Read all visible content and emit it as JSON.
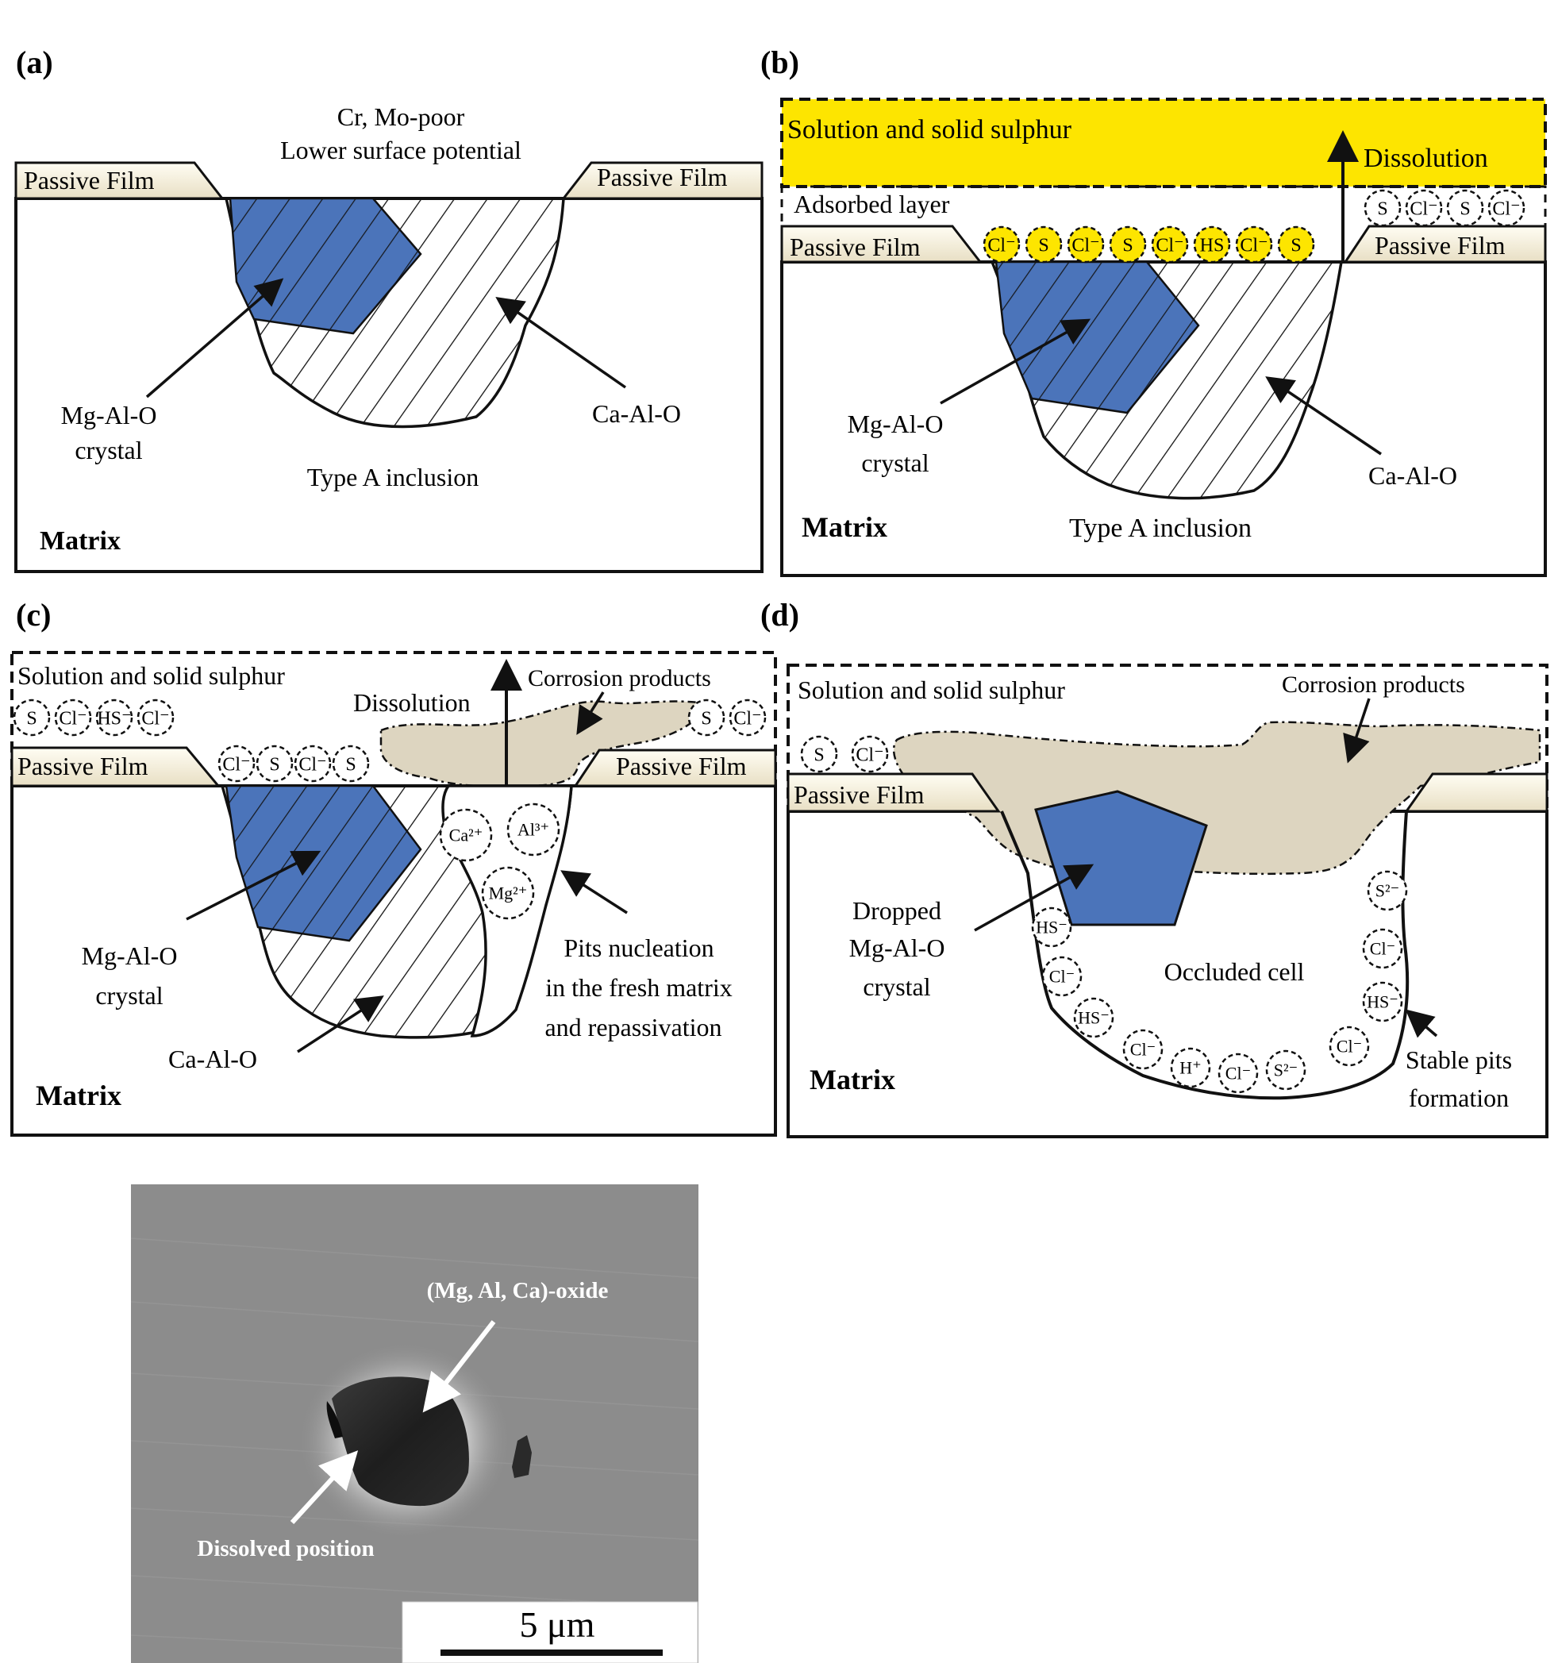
{
  "panels": {
    "a": {
      "tag": "(a)",
      "top_note_1": "Cr, Mo-poor",
      "top_note_2": "Lower surface potential",
      "passive_film_left": "Passive Film",
      "passive_film_right": "Passive Film",
      "mgalo_1": "Mg-Al-O",
      "mgalo_2": "crystal",
      "caalo": "Ca-Al-O",
      "inclusion": "Type A inclusion",
      "matrix": "Matrix"
    },
    "b": {
      "tag": "(b)",
      "solution": "Solution and solid sulphur",
      "dissolution": "Dissolution",
      "adsorbed": "Adsorbed layer",
      "passive_film_left": "Passive Film",
      "passive_film_right": "Passive Film",
      "mgalo_1": "Mg-Al-O",
      "mgalo_2": "crystal",
      "caalo": "Ca-Al-O",
      "inclusion": "Type A inclusion",
      "matrix": "Matrix",
      "adsorbed_ions": [
        "Cl⁻",
        "S",
        "Cl⁻",
        "S",
        "Cl⁻",
        "HS",
        "Cl⁻",
        "S"
      ],
      "solution_ions": [
        "S",
        "Cl⁻",
        "S",
        "Cl⁻"
      ]
    },
    "c": {
      "tag": "(c)",
      "solution": "Solution and solid sulphur",
      "dissolution": "Dissolution",
      "corrosion": "Corrosion products",
      "passive_film_left": "Passive Film",
      "passive_film_right": "Passive Film",
      "mgalo_1": "Mg-Al-O",
      "mgalo_2": "crystal",
      "caalo": "Ca-Al-O",
      "pits_1": "Pits nucleation",
      "pits_2": "in the fresh matrix",
      "pits_3": "and repassivation",
      "matrix": "Matrix",
      "solution_ions_left": [
        "S",
        "Cl⁻",
        "HS⁻",
        "Cl⁻"
      ],
      "solution_ions_right": [
        "S",
        "Cl⁻"
      ],
      "surface_ions": [
        "Cl⁻",
        "S",
        "Cl⁻",
        "S"
      ],
      "pit_ions": [
        "Ca²⁺",
        "Al³⁺",
        "Mg²⁺"
      ]
    },
    "d": {
      "tag": "(d)",
      "solution": "Solution and solid sulphur",
      "corrosion": "Corrosion products",
      "passive_film": "Passive Film",
      "dropped_1": "Dropped",
      "dropped_2": "Mg-Al-O",
      "dropped_3": "crystal",
      "occluded": "Occluded cell",
      "stable_1": "Stable pits",
      "stable_2": "formation",
      "matrix": "Matrix",
      "solution_ions": [
        "S",
        "Cl⁻"
      ],
      "pit_ions": [
        "HS⁻",
        "Cl⁻",
        "HS⁻",
        "Cl⁻",
        "H⁺",
        "Cl⁻",
        "S²⁻",
        "Cl⁻",
        "HS⁻",
        "Cl⁻",
        "S²⁻"
      ]
    }
  },
  "micrograph": {
    "oxide_label": "(Mg, Al, Ca)-oxide",
    "dissolved_label": "Dissolved position",
    "scale_bar": "5 μm"
  },
  "colors": {
    "crystal_blue": "#4b74ba",
    "sulphur_yellow": "#fde500",
    "film_beige": "#efe8d4",
    "corrosion_tan": "#ddd5c0",
    "sem_gray": "#8c8c8c"
  }
}
